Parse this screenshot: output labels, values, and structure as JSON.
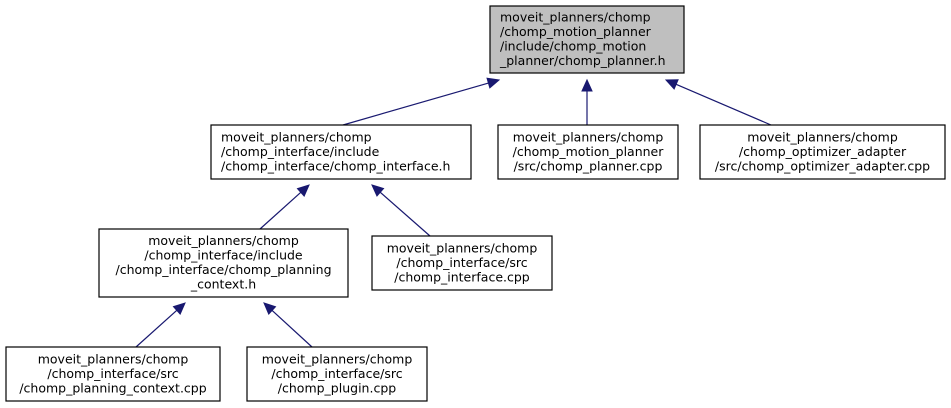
{
  "graph": {
    "nodes": [
      {
        "id": "n0",
        "focus": true,
        "lines": [
          "moveit_planners/chomp",
          "/chomp_motion_planner",
          "/include/chomp_motion",
          "_planner/chomp_planner.h"
        ]
      },
      {
        "id": "n1",
        "focus": false,
        "lines": [
          "moveit_planners/chomp",
          "/chomp_interface/include",
          "/chomp_interface/chomp_interface.h"
        ]
      },
      {
        "id": "n2",
        "focus": false,
        "lines": [
          "moveit_planners/chomp",
          "/chomp_motion_planner",
          "/src/chomp_planner.cpp"
        ]
      },
      {
        "id": "n3",
        "focus": false,
        "lines": [
          "moveit_planners/chomp",
          "/chomp_optimizer_adapter",
          "/src/chomp_optimizer_adapter.cpp"
        ]
      },
      {
        "id": "n4",
        "focus": false,
        "lines": [
          "moveit_planners/chomp",
          "/chomp_interface/include",
          "/chomp_interface/chomp_planning",
          "_context.h"
        ]
      },
      {
        "id": "n5",
        "focus": false,
        "lines": [
          "moveit_planners/chomp",
          "/chomp_interface/src",
          "/chomp_interface.cpp"
        ]
      },
      {
        "id": "n6",
        "focus": false,
        "lines": [
          "moveit_planners/chomp",
          "/chomp_interface/src",
          "/chomp_planning_context.cpp"
        ]
      },
      {
        "id": "n7",
        "focus": false,
        "lines": [
          "moveit_planners/chomp",
          "/chomp_interface/src",
          "/chomp_plugin.cpp"
        ]
      }
    ],
    "edges": [
      {
        "from": "n1",
        "to": "n0"
      },
      {
        "from": "n2",
        "to": "n0"
      },
      {
        "from": "n3",
        "to": "n0"
      },
      {
        "from": "n4",
        "to": "n1"
      },
      {
        "from": "n5",
        "to": "n1"
      },
      {
        "from": "n6",
        "to": "n4"
      },
      {
        "from": "n7",
        "to": "n4"
      }
    ],
    "colors": {
      "focus_fill": "#bfbfbf",
      "node_fill": "#ffffff",
      "node_stroke": "#000000",
      "edge": "#191970"
    }
  }
}
